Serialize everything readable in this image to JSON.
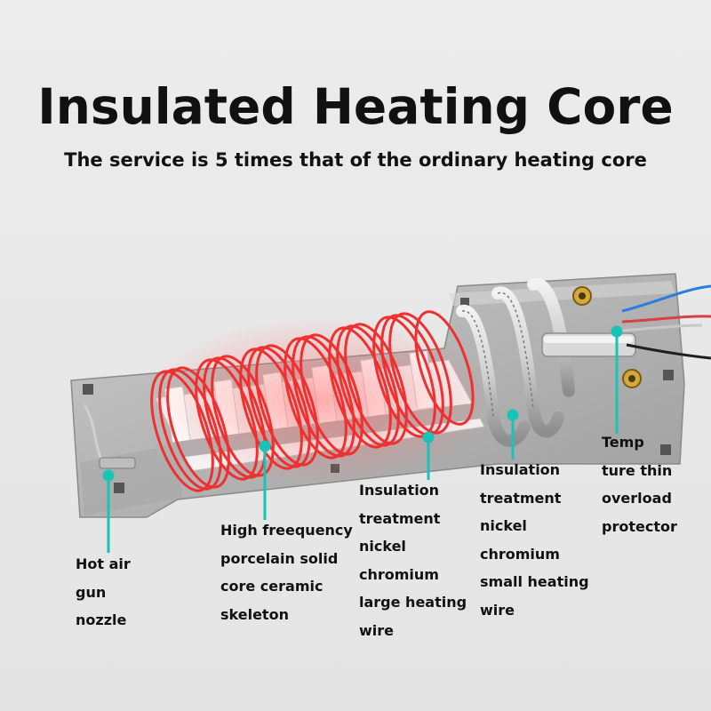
{
  "title": "Insulated Heating Core",
  "subtitle": "The service is 5 times that of the ordinary heating core",
  "colors": {
    "accent": "#19c3b6",
    "coil": "#ee3030",
    "plate": "#b9b9b9"
  },
  "labels": {
    "nozzle": [
      "Hot air",
      "gun",
      "nozzle"
    ],
    "ceramic": [
      "High freequency",
      "porcelain solid",
      "core ceramic",
      "skeleton"
    ],
    "large_wire": [
      "Insulation",
      "treatment",
      "nickel",
      "chromium",
      "large heating",
      "wire"
    ],
    "small_wire": [
      "Insulation",
      "treatment",
      "nickel",
      "chromium",
      "small heating",
      "wire"
    ],
    "protector": [
      "Temp",
      "ture thin",
      "overload",
      "protector"
    ]
  }
}
